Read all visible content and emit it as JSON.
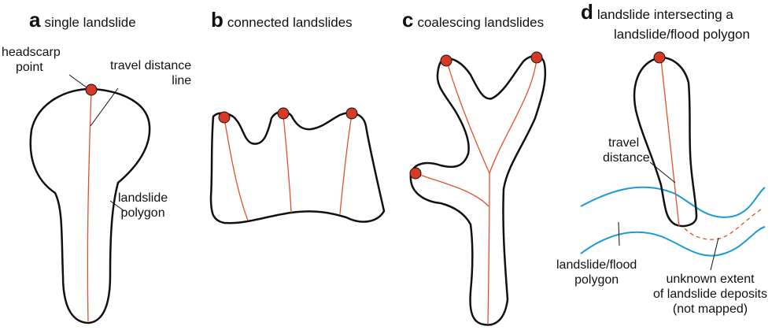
{
  "panels": {
    "a": {
      "letter": "a",
      "title": "single landslide"
    },
    "b": {
      "letter": "b",
      "title": "connected landslides"
    },
    "c": {
      "letter": "c",
      "title": "coalescing landslides"
    },
    "d": {
      "letter": "d",
      "title_line1": "landslide intersecting a",
      "title_line2": "landslide/flood polygon"
    }
  },
  "annotations": {
    "headscarp": [
      "headscarp",
      "point"
    ],
    "travel_distance_line": [
      "travel distance",
      "line"
    ],
    "landslide_polygon": [
      "landslide",
      "polygon"
    ],
    "travel_distance": [
      "travel",
      "distance"
    ],
    "flood_polygon": [
      "landslide/flood",
      "polygon"
    ],
    "unknown_extent": [
      "unknown extent",
      "of landslide deposits",
      "(not mapped)"
    ]
  },
  "colors": {
    "outline": "#111111",
    "travel_line": "#e0502a",
    "headscarp_fill": "#d63a26",
    "flood_line": "#1a9ad6",
    "leader": "#111111"
  }
}
